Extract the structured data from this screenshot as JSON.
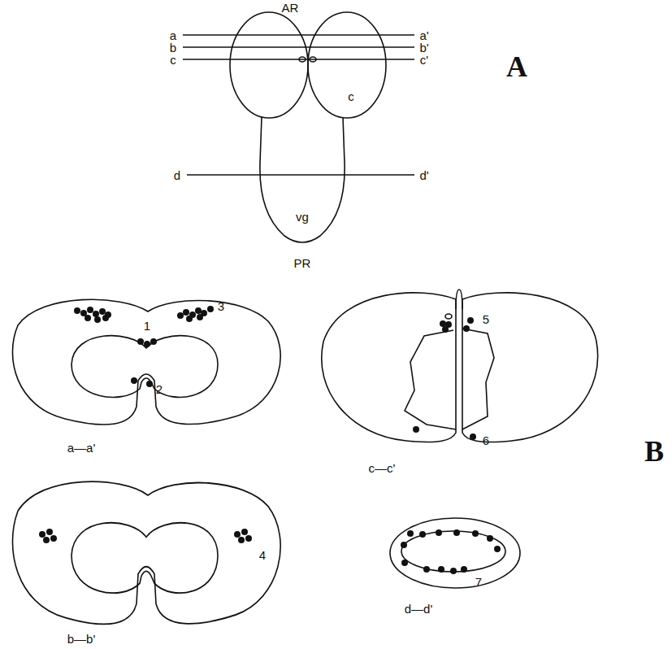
{
  "diagram": {
    "labels": [
      "AR",
      "a",
      "a'",
      "b",
      "b'",
      "c",
      "c'",
      "c",
      "d",
      "d'",
      "vg",
      "PR",
      "A",
      "1",
      "3",
      "2",
      "a—a'",
      "b—b'",
      "4",
      "5",
      "6",
      "c—c'",
      "7",
      "d—d'",
      "B"
    ]
  }
}
